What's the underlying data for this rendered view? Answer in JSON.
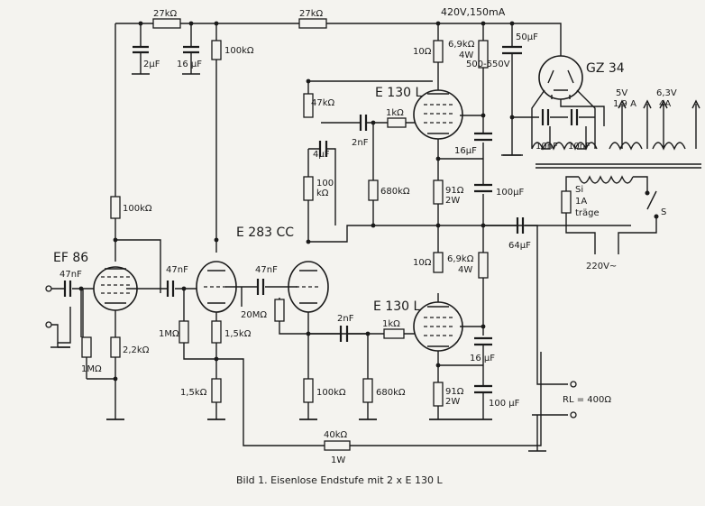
{
  "caption": "Bild 1. Eisenlose Endstufe mit 2 x E 130 L",
  "supply": "420V,150mA",
  "tubes": {
    "ef86": "EF 86",
    "e283cc": "E 283 CC",
    "e130l_top": "E 130 L",
    "e130l_bottom": "E 130 L",
    "gz34": "GZ 34"
  },
  "labels": {
    "r_27k_1": "27kΩ",
    "r_27k_2": "27kΩ",
    "c_2u": "2μF",
    "c_16u_1": "16 μF",
    "r_100k_top": "100kΩ",
    "r_100k_ef86": "100kΩ",
    "c_47n_in": "47nF",
    "c_47n_2": "47nF",
    "c_47n_3": "47nF",
    "r_1m_ef86": "1MΩ",
    "r_2k2": "2,2kΩ",
    "r_1m_cc": "1MΩ",
    "r_1k5_a": "1,5kΩ",
    "r_1k5_b": "1,5kΩ",
    "r_20m": "20MΩ",
    "r_100k_bot": "100kΩ",
    "r_47k": "47kΩ",
    "c_4u": "4μF",
    "r_100k_mid_1": "100",
    "r_100k_mid_2": "kΩ",
    "c_2n_top": "2nF",
    "r_1k_top": "1kΩ",
    "r_680k_top": "680kΩ",
    "c_2n_bot": "2nF",
    "r_1k_bot": "1kΩ",
    "r_680k_bot": "680kΩ",
    "r_10_top": "10Ω",
    "r_6k9_top_1": "6,9kΩ",
    "r_6k9_top_2": "4W",
    "c_50u": "50μF",
    "c_500": "500-550V",
    "c_16u_top": "16μF",
    "r_91_top_1": "91Ω",
    "r_91_top_2": "2W",
    "c_100u_top": "100μF",
    "c_64u": "64μF",
    "r_10_bot": "10Ω",
    "r_6k9_bot_1": "6,9kΩ",
    "r_6k9_bot_2": "4W",
    "c_16u_bot": "16 μF",
    "r_91_bot_1": "91Ω",
    "r_91_bot_2": "2W",
    "c_100u_bot": "100 μF",
    "r_40k_1": "40kΩ",
    "r_40k_2": "1W",
    "rl": "RL = 400Ω",
    "v5": "5V",
    "a19": "1,9 A",
    "v63": "6,3V",
    "a4": "4A",
    "c_10n_1": "10nF",
    "c_10n_2": "10nF",
    "fuse_1": "Si",
    "fuse_2": "1A",
    "fuse_3": "träge",
    "switch": "S",
    "mains": "220V~"
  }
}
